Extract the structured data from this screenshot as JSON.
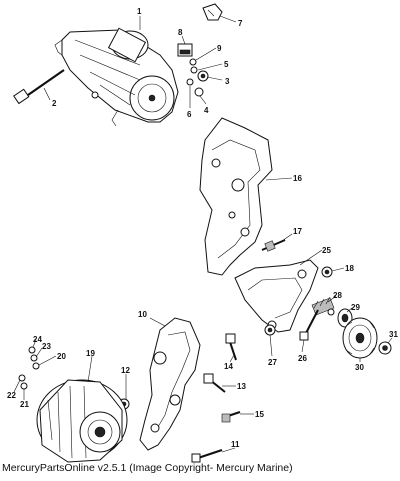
{
  "diagram": {
    "parts": [
      {
        "number": "1"
      },
      {
        "number": "2"
      },
      {
        "number": "3"
      },
      {
        "number": "4"
      },
      {
        "number": "5"
      },
      {
        "number": "6"
      },
      {
        "number": "7"
      },
      {
        "number": "8"
      },
      {
        "number": "9"
      },
      {
        "number": "10"
      },
      {
        "number": "11"
      },
      {
        "number": "12"
      },
      {
        "number": "13"
      },
      {
        "number": "14"
      },
      {
        "number": "15"
      },
      {
        "number": "16"
      },
      {
        "number": "17"
      },
      {
        "number": "18"
      },
      {
        "number": "19"
      },
      {
        "number": "20"
      },
      {
        "number": "21"
      },
      {
        "number": "22"
      },
      {
        "number": "23"
      },
      {
        "number": "24"
      },
      {
        "number": "25"
      },
      {
        "number": "26"
      },
      {
        "number": "27"
      },
      {
        "number": "28"
      },
      {
        "number": "29"
      },
      {
        "number": "30"
      },
      {
        "number": "31"
      }
    ]
  },
  "footer": {
    "text": "MercuryPartsOnline v2.5.1 (Image Copyright- Mercury Marine)"
  }
}
